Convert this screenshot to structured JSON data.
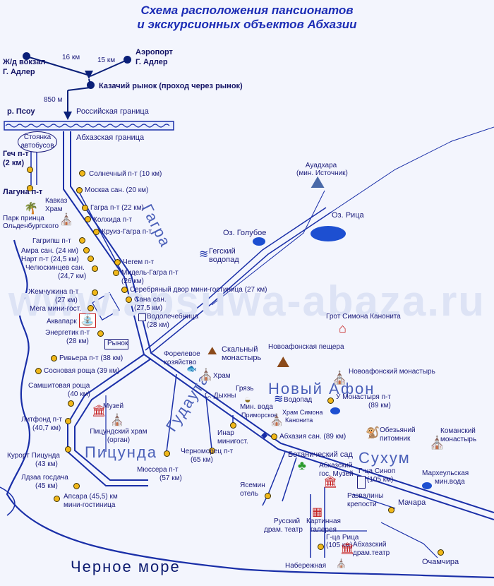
{
  "title": {
    "line1": "Схема расположения пансионатов",
    "line2": "и экскурсионных объектов Абхазии"
  },
  "watermark": "www.apsuwa-abaza.ru",
  "regions": {
    "gagra": "Гагра",
    "pitsunda": "Пицунда",
    "gudauta": "Гудаута",
    "new_athos": "Новый Афон",
    "sukhum": "Сухум",
    "sea": "Черное море"
  },
  "top": {
    "rail_line1": "Ж/д вокзал",
    "rail_line2": "Г. Адлер",
    "airport_line1": "Аэропорт",
    "airport_line2": "Г. Адлер",
    "dist_16": "16 км",
    "dist_15": "15 км",
    "market": "Казачий рынок (проход через рынок)",
    "dist_850": "850 м",
    "river": "р. Псоу",
    "russian_border": "Российская граница",
    "abkhaz_border": "Абхазская граница",
    "bus_line1": "Стоянка",
    "bus_line2": "автобусов",
    "gech_line1": "Геч п-т",
    "gech_line2": "(2 км)",
    "laguna": "Лагуна п-т"
  },
  "gagra_places": {
    "solnechny": "Солнечный п-т (10 км)",
    "moskva": "Москва сан. (20 км)",
    "kavkaz": "Кавказ",
    "temple_kavkaz": "Храм",
    "gagra_pt": "Гагра п-т (22 км)",
    "kolkhida": "Колхида п-т",
    "kruiz": "Круиз-Гагра п-т",
    "park_line1": "Парк принца",
    "park_line2": "Ольденбургского",
    "gagripsh": "Гагрипш п-т",
    "amra": "Амра сан. (24 км)",
    "nart": "Нарт п-т (24,5 км)",
    "chelyuskintsev_line1": "Челюскинцев сан.",
    "chelyuskintsev_line2": "(24,7 км)",
    "chegem": "Чегем п-т",
    "midel_line1": "Мидель-Гагра п-т",
    "midel_line2": "(26 км)",
    "serebr": "Серебряный двор мини-гостиница (27 км)",
    "sana_line1": "Сана сан.",
    "sana_line2": "(27,5 км)",
    "water_line1": "Водолечебница",
    "water_line2": "(28 км)",
    "zhemchuzhina_line1": "Жемчужина п-т",
    "zhemchuzhina_line2": "(27 км)",
    "mega": "Мега мини-гост.",
    "aquapark": "Аквапарк",
    "energetik_line1": "Энергетик п-т",
    "energetik_line2": "(28 км)",
    "market2": "Рынок"
  },
  "pitsunda_places": {
    "riviera": "Ривьера п-т (38 км)",
    "sosnovaya": "Сосновая роща (39 км)",
    "samshit_line1": "Самшитовая роща",
    "samshit_line2": "(40 км)",
    "litfond_line1": "Литфонд п-т",
    "litfond_line2": "(40,7 км)",
    "kurort_line1": "Курорт Пицунда",
    "kurort_line2": "(43 км)",
    "ldzaa_line1": "Лдзаа госдача",
    "ldzaa_line2": "(45 км)",
    "apsara_line1": "Апсара (45,5) км",
    "apsara_line2": "мини-гостиница",
    "museum": "Музей",
    "temple_line1": "Пицундский храм",
    "temple_line2": "(орган)",
    "myussera_line1": "Мюссера п-т",
    "myussera_line2": "(57 км)",
    "chernomorets_line1": "Черноморец п-т",
    "chernomorets_line2": "(65 км)",
    "inar_line1": "Инар",
    "inar_line2": "минигост."
  },
  "interior": {
    "auadhara_line1": "Ауадхара",
    "auadhara_line2": "(мин. Источник)",
    "ritsa": "Оз. Рица",
    "goluboe": "Оз. Голубое",
    "gegsky_line1": "Гегский",
    "gegsky_line2": "водопад",
    "grotto": "Грот Симона Канонита",
    "trout_line1": "Форелевое",
    "trout_line2": "хозяйство",
    "rock_line1": "Скальный",
    "rock_line2": "монастырь",
    "cave": "Новоафонская пещера",
    "temple_gud": "Храм",
    "dykhny": "С. Дыхны",
    "mud": "Грязь",
    "min_voda_line1": "Мин. вода",
    "min_voda_line2": "Приморское",
    "waterfall_na": "Водопад",
    "simon_line1": "Храм Симона",
    "simon_line2": "Канонита",
    "monastery_na": "Новоафонский монастырь",
    "monastery_pt_line1": "У Монастыря п-т",
    "monastery_pt_line2": "(89 км)",
    "abkhazia_san": "Абхазия сан. (89 км)"
  },
  "sukhum": {
    "botanical": "Ботанический сад",
    "museum_line1": "Абхазский",
    "museum_line2": "гос. Музей",
    "sinop_line1": "Г-ца Синоп",
    "sinop_line2": "(105 км)",
    "monkey_line1": "Обезьяний",
    "monkey_line2": "питомник",
    "komansky_line1": "Команский",
    "komansky_line2": "монастырь",
    "markheul_line1": "Мархеульская",
    "markheul_line2": "мин.вода",
    "yasemin_line1": "Ясемин",
    "yasemin_line2": "отель",
    "ruins_line1": "Развалины",
    "ruins_line2": "крепости",
    "machara": "Мачара",
    "russian_theatre_line1": "Русский",
    "russian_theatre_line2": "драм. театр",
    "gallery_line1": "Картинная",
    "gallery_line2": "галерея",
    "ritsa_hotel_line1": "Г-ца Рица",
    "ritsa_hotel_line2": "(105 км)",
    "abkhaz_theatre_line1": "Абхазский",
    "abkhaz_theatre_line2": "драм.театр",
    "embankment": "Набережная",
    "ochamchira": "Очамчира"
  },
  "colors": {
    "road": "#1a2fa8",
    "route": "#0a1f78",
    "dot": "#f1b81a",
    "lake": "#1d4fd1",
    "region": "#4a5fb8"
  }
}
